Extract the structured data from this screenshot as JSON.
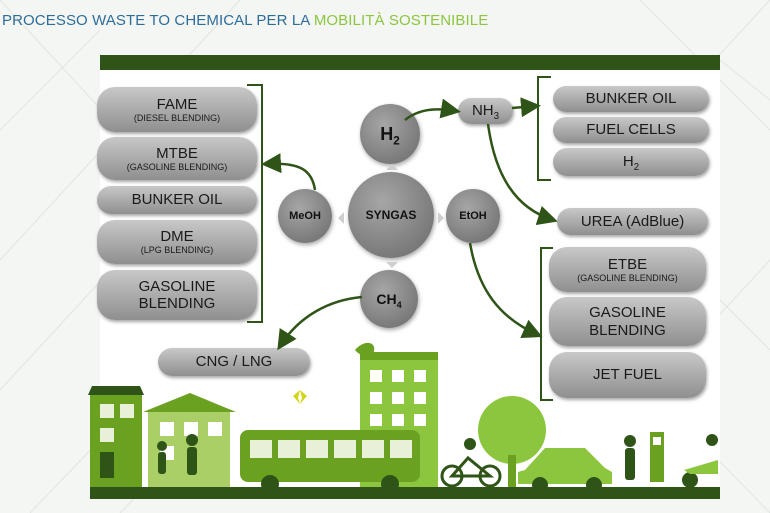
{
  "title": {
    "part1": "PROCESSO WASTE TO CHEMICAL PER LA ",
    "part2": "MOBILITÀ SOSTENIBILE"
  },
  "center": {
    "syngas": "SYNGAS",
    "h2": "H",
    "h2_sub": "2",
    "ch4": "CH",
    "ch4_sub": "4",
    "meoh": "MeOH",
    "etoh": "EtOH",
    "nh3": "NH",
    "nh3_sub": "3"
  },
  "left_products": [
    {
      "main": "FAME",
      "sub": "(DIESEL BLENDING)"
    },
    {
      "main": "MTBE",
      "sub": "(GASOLINE BLENDING)"
    },
    {
      "main": "BUNKER OIL",
      "sub": ""
    },
    {
      "main": "DME",
      "sub": "(LPG BLENDING)"
    },
    {
      "main": "GASOLINE",
      "main2": "BLENDING"
    }
  ],
  "nh3_products": {
    "bunker_oil": "BUNKER OIL",
    "fuel_cells": "FUEL CELLS",
    "h2": "H",
    "h2_sub": "2"
  },
  "urea": "UREA (AdBlue)",
  "etoh_products": [
    {
      "main": "ETBE",
      "sub": "(GASOLINE BLENDING)"
    },
    {
      "main": "GASOLINE",
      "main2": "BLENDING"
    },
    {
      "main": "JET FUEL"
    }
  ],
  "cng": "CNG / LNG",
  "colors": {
    "dark_green": "#2f5417",
    "light_green": "#8cc63f",
    "mid_green": "#6aa121",
    "title_blue": "#2d6d9a"
  }
}
